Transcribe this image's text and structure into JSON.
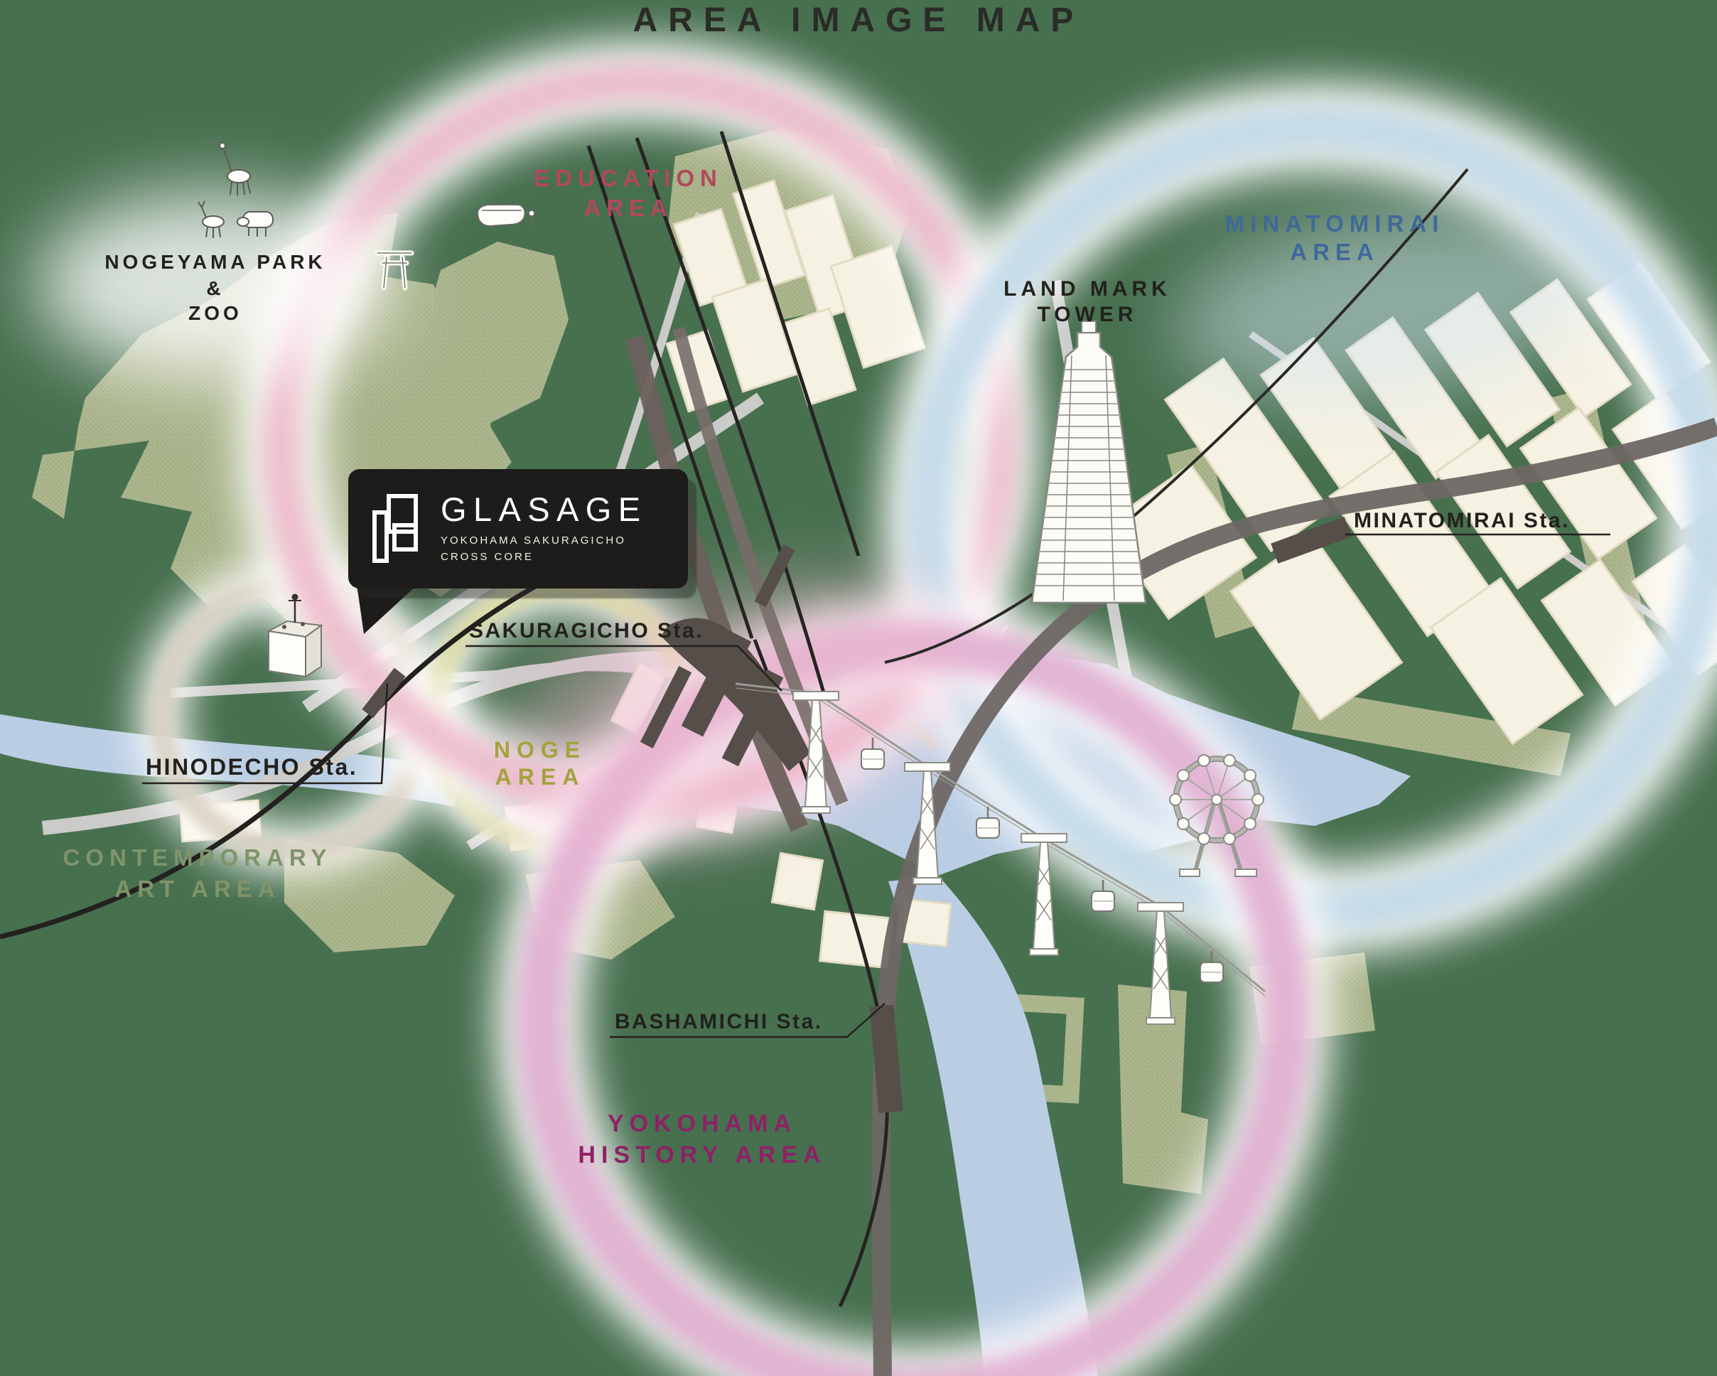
{
  "title": "AREA IMAGE MAP",
  "badge": {
    "name": "GLASAGE",
    "subtitle_line1": "YOKOHAMA SAKURAGICHO",
    "subtitle_line2": "CROSS CORE"
  },
  "areas": {
    "education": {
      "label": "EDUCATION AREA",
      "lines": [
        "EDUCATION",
        "AREA"
      ],
      "text_color": "#b2485c",
      "ring_color": "#ecb7c8"
    },
    "minatomirai": {
      "label": "MINATOMIRAI AREA",
      "lines": [
        "MINATOMIRAI",
        "AREA"
      ],
      "text_color": "#40699a",
      "ring_color": "#bfd8e8"
    },
    "noge": {
      "label": "NOGE AREA",
      "lines": [
        "NOGE",
        "AREA"
      ],
      "text_color": "#a4a23d",
      "ring_color": "#dcdca4"
    },
    "contemporary_art": {
      "label": "CONTEMPORARY ART AREA",
      "lines": [
        "CONTEMPORARY",
        "ART AREA"
      ],
      "text_color": "#80946a",
      "ring_color": "#d9d1c1"
    },
    "yokohama_history": {
      "label": "YOKOHAMA HISTORY AREA",
      "lines": [
        "YOKOHAMA",
        "HISTORY AREA"
      ],
      "text_color": "#8e2166",
      "ring_color": "#dfa9ce"
    }
  },
  "stations": {
    "sakuragicho": {
      "label": "SAKURAGICHO Sta."
    },
    "hinodecho": {
      "label": "HINODECHO Sta."
    },
    "minatomirai": {
      "label": "MINATOMIRAI Sta."
    },
    "bashamichi": {
      "label": "BASHAMICHI Sta."
    }
  },
  "landmarks": {
    "nogeyama": {
      "label": "NOGEYAMA PARK & ZOO",
      "lines": [
        "NOGEYAMA PARK",
        "&",
        "ZOO"
      ]
    },
    "landmark_tower": {
      "label": "LAND MARK TOWER",
      "lines": [
        "LAND MARK",
        "TOWER"
      ]
    }
  },
  "map_colors": {
    "background": "#47704f",
    "park": "#abb58c",
    "park_texture": "#7f9166",
    "water": "#b9cde3",
    "road": "#cbcbc9",
    "building": "#f6f2e3",
    "rail_dark": "#6b605c",
    "station_dark": "#564e49",
    "label_dark": "#23211e",
    "title_color": "#2b2b27"
  }
}
